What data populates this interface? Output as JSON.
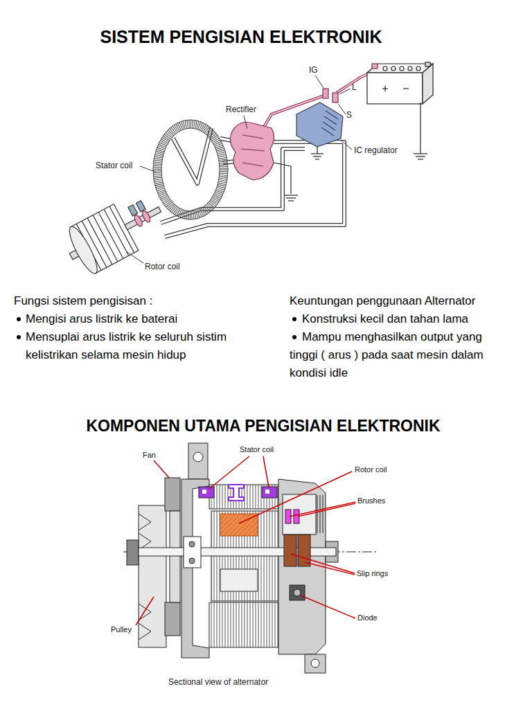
{
  "diagram": {
    "title": "SISTEM PENGISIAN ELEKTRONIK",
    "caption": "Sectional view of alternator",
    "labels": [
      "IG",
      "L",
      "S",
      "Rectifier",
      "IC regulator",
      "Stator coil",
      "Rotor coil",
      "Fungsi sistem pengisisan :",
      "Mengisi arus listrik ke baterai",
      "Mensuplai arus listrik ke seluruh sistim kelistrikan selama mesin hidup",
      "Keuntungan penggunaan Alternator",
      "Konstruksi kecil dan tahan lama",
      "Mampu menghasilkan output yang tinggi ( arus ) pada saat mesin dalam kondisi idle",
      "KOMPONEN UTAMA PENGISIAN ELEKTRONIK",
      "Fan",
      "Stator coil",
      "Rotor coil",
      "Brushes",
      "Slip rings",
      "Diode",
      "Pulley"
    ]
  }
}
